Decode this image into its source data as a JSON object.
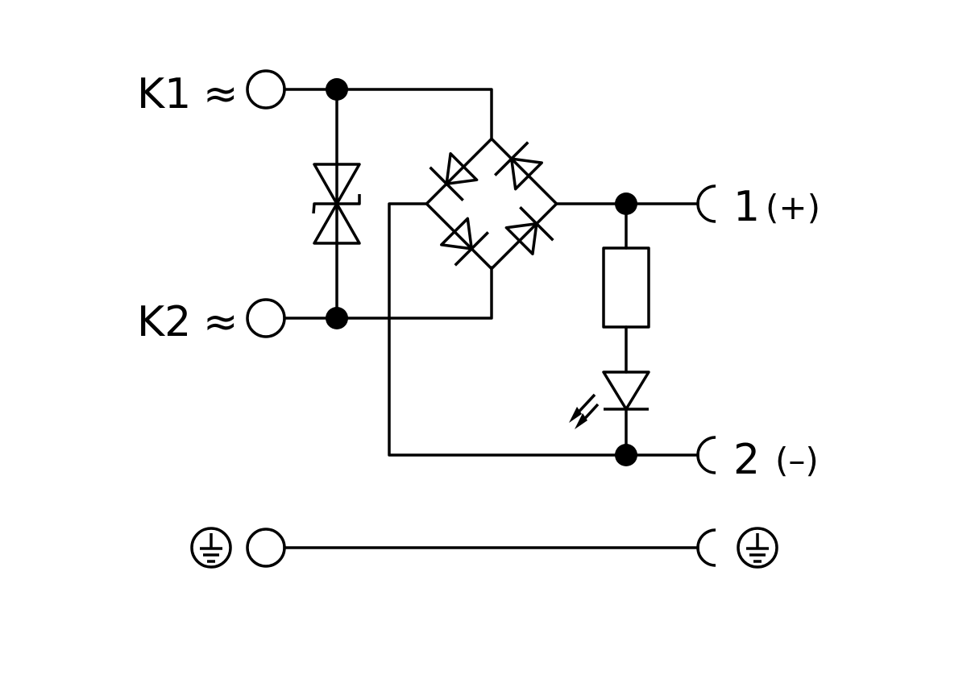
{
  "terminals": {
    "k1": "K1",
    "k2": "K2",
    "out_plus_num": "1",
    "out_plus_sign": "(+)",
    "out_minus_num": "2",
    "out_minus_sign": "(–)"
  },
  "symbols": {
    "ac_symbol": "≈",
    "ground_icon": "protective-earth"
  },
  "colors": {
    "line": "#000000",
    "background": "#ffffff"
  }
}
